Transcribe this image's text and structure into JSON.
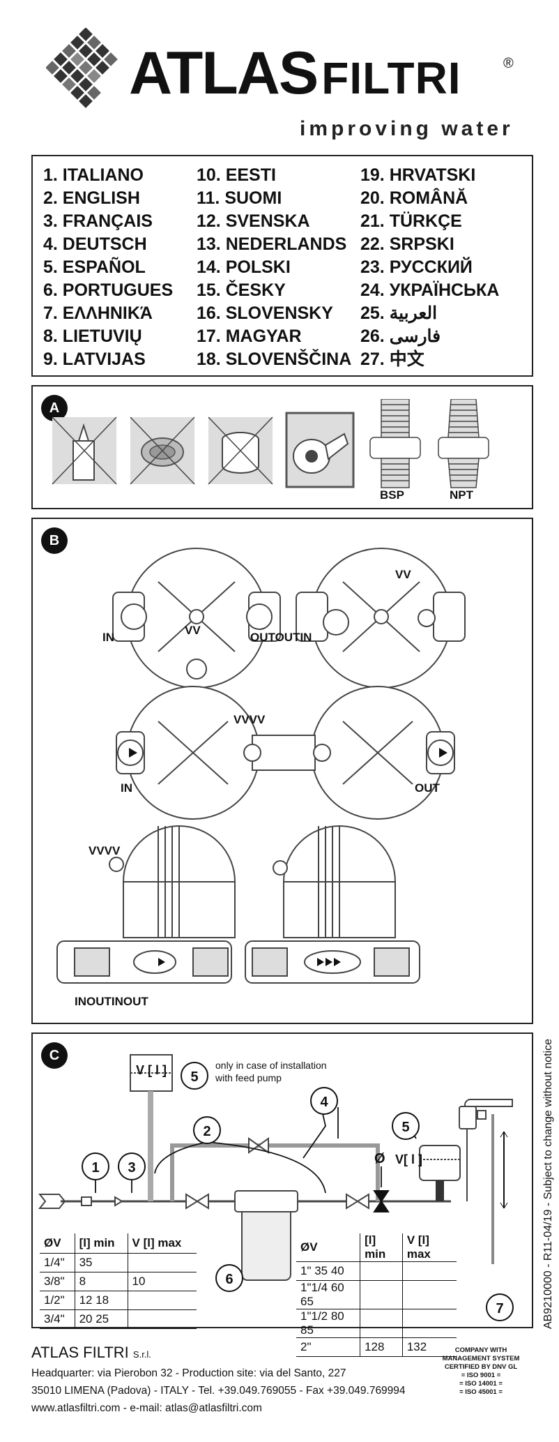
{
  "header": {
    "brand_atlas": "ATLAS",
    "brand_filtri": "FILTRI",
    "registered": "®",
    "tagline": "improving water"
  },
  "languages": [
    "1. ITALIANO",
    "2. ENGLISH",
    "3. FRANÇAIS",
    "4. DEUTSCH",
    "5. ESPAÑOL",
    "6. PORTUGUES",
    "7. ΕΛΛΗΝΙΚΆ",
    "8. LIETUVIŲ",
    "9. LATVIJAS",
    "10. EESTI",
    "11. SUOMI",
    "12. SVENSKA",
    "13. NEDERLANDS",
    "14. POLSKI",
    "15. ČESKY",
    "16. SLOVENSKY",
    "17. MAGYAR",
    "18. SLOVENŠČINA",
    "19. HRVATSKI",
    "20. ROMÂNĂ",
    "21. TÜRKÇE",
    "22. SRPSKI",
    "23. РУССКИЙ",
    "24. УКРАЇНСЬКА",
    "25. العربية",
    "26. فارسی",
    "27. 中文"
  ],
  "section_a": {
    "badge": "A",
    "bsp": "BSP",
    "npt": "NPT"
  },
  "section_b": {
    "badge": "B",
    "labels": {
      "in1": "IN",
      "vv": "VV",
      "outoutin": "OUTOUTIN",
      "vv2": "VV",
      "vvvv1": "VVVV",
      "in2": "IN",
      "out2": "OUT",
      "vvvv2": "VVVV",
      "inoutinout": "INOUTINOUT"
    }
  },
  "section_c": {
    "badge": "C",
    "v_box_top": "V [ l ]",
    "v_box_right": "V[ l ]",
    "note": [
      "only in case of installation",
      "with feed pump"
    ],
    "phi": "Ø",
    "numbers": [
      "1",
      "2",
      "3",
      "4",
      "5",
      "5",
      "6",
      "7"
    ],
    "table_left": {
      "headers": [
        "ØV",
        "[l]  min",
        "V  [l]  max"
      ],
      "rows": [
        [
          "1/4\"",
          "35",
          ""
        ],
        [
          "3/8\"",
          "8",
          "10"
        ],
        [
          "1/2\"",
          "12 18",
          ""
        ],
        [
          "3/4\"",
          "20 25",
          ""
        ]
      ]
    },
    "table_right": {
      "headers": [
        "ØV",
        "[l]  min",
        "V  [l]  max"
      ],
      "rows": [
        [
          "1\" 35 40",
          "",
          ""
        ],
        [
          "1\"1/4 60 65",
          "",
          ""
        ],
        [
          "1\"1/2 80 85",
          "",
          ""
        ],
        [
          "2\"",
          "128",
          "132"
        ]
      ]
    }
  },
  "side_note": "AB9210000 - R11-04/19 - Subject to change without notice",
  "footer": {
    "company": "ATLAS FILTRI",
    "company_suffix": "S.r.l.",
    "line1": "Headquarter: via Pierobon 32 - Production site: via del Santo, 227",
    "line2": "35010 LIMENA (Padova) - ITALY - Tel. +39.049.769055 - Fax +39.049.769994",
    "line3": "www.atlasfiltri.com - e-mail: atlas@atlasfiltri.com",
    "cert": [
      "COMPANY WITH",
      "MANAGEMENT SYSTEM",
      "CERTIFIED BY DNV GL",
      "= ISO 9001 =",
      "= ISO 14001 =",
      "= ISO 45001 ="
    ]
  }
}
